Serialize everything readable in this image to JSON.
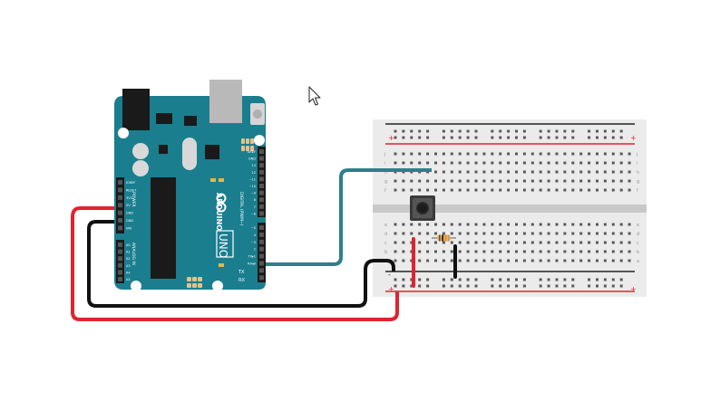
{
  "board": {
    "brand": "ARDUINO",
    "model": "UNO",
    "icon": "infinity-logo-icon",
    "power_pins": [
      "IOREF",
      "RESET",
      "3V3",
      "5V",
      "GND",
      "GND",
      "VIN"
    ],
    "analog_pins": [
      "A0",
      "A1",
      "A2",
      "A3",
      "A4",
      "A5"
    ],
    "digital_pins": [
      "AREF",
      "GND",
      "13",
      "12",
      "~11",
      "~10",
      "~9",
      "8",
      "7",
      "~6",
      "~5",
      "4",
      "~3",
      "2",
      "TX▸1",
      "RX◂0"
    ],
    "tx_label": "TX",
    "rx_label": "RX",
    "power_header": "POWER",
    "analog_header": "ANALOG IN",
    "digital_header": "DIGITAL (PWM~)"
  },
  "breadboard": {
    "columns": 30,
    "row_letters_top": [
      "j",
      "i",
      "h",
      "g",
      "f"
    ],
    "row_letters_bottom": [
      "e",
      "d",
      "c",
      "b",
      "a"
    ],
    "rail_plus": "+",
    "rail_minus": "-"
  },
  "wires": {
    "signal": {
      "color": "#2f7f8a",
      "from": "pin 2",
      "to": "breadboard"
    },
    "power": {
      "color": "#e0242f",
      "from": "5V",
      "to": "+ rail"
    },
    "ground": {
      "color": "#111111",
      "from": "GND",
      "to": "- rail"
    }
  },
  "components": {
    "button": {
      "icon": "pushbutton-icon"
    },
    "resistor": {
      "icon": "resistor-icon",
      "bands": [
        "#8b4513",
        "#111111",
        "#ff7f00",
        "#c8a040"
      ]
    }
  },
  "colors": {
    "board": "#1a7e8f",
    "board_dark": "#0f5f6d",
    "breadboard": "#ebebeb",
    "rail_red": "#e0242f",
    "rail_black": "#222222"
  },
  "cursor": {
    "icon": "mouse-pointer-icon"
  }
}
